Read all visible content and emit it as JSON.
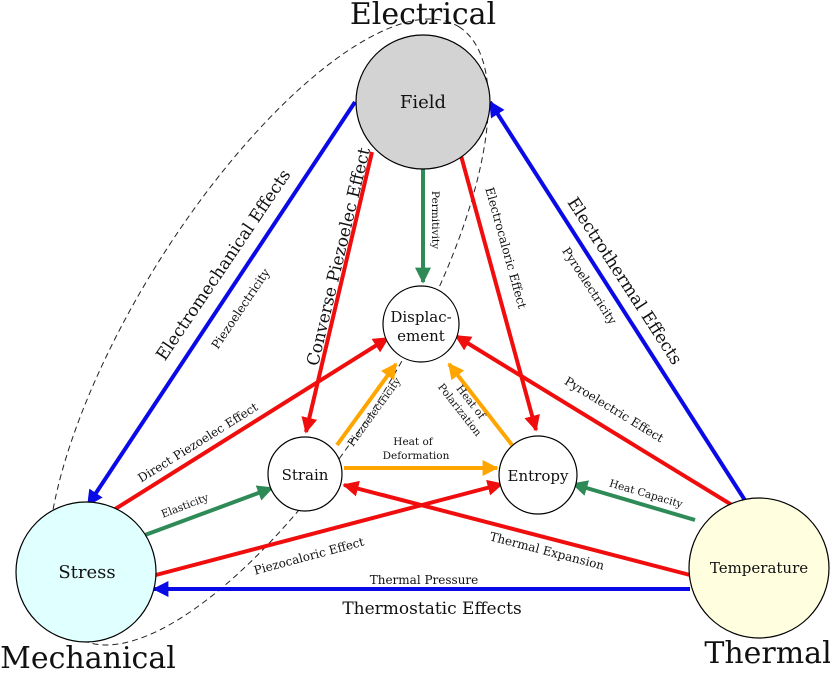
{
  "corners": {
    "electrical": "Electrical",
    "mechanical": "Mechanical",
    "thermal": "Thermal"
  },
  "nodes": {
    "field": "Field",
    "stress": "Stress",
    "temperature": "Temperature",
    "displacement_line1": "Displac-",
    "displacement_line2": "ement",
    "strain": "Strain",
    "entropy": "Entropy"
  },
  "edges": {
    "electromechanical_effects": "Electromechanical Effects",
    "piezoelectricity_outer": "Piezoelectricity",
    "electrothermal_effects": "Electrothermal Effects",
    "pyroelectricity_outer": "Pyroelectricity",
    "converse_piezoelec_effect": "Converse Piezoelec Effect",
    "electrocaloric_effect": "Electrocaloric Effect",
    "permitivity": "Permitivity",
    "direct_piezoelec_effect": "Direct Piezoelec Effect",
    "pyroelectric_effect": "Pyroelectric Effect",
    "piezoelectricity_inner": "Piezoelectricity",
    "heat_of_polarization_line1": "Heat of",
    "heat_of_polarization_line2": "Polarization",
    "heat_of_deformation_line1": "Heat of",
    "heat_of_deformation_line2": "Deformation",
    "elasticity": "Elasticity",
    "heat_capacity": "Heat Capacity",
    "piezocaloric_effect": "Piezocaloric Effect",
    "thermal_expansion": "Thermal Expansion",
    "thermal_pressure": "Thermal Pressure",
    "thermostatic_effects": "Thermostatic Effects"
  },
  "colors": {
    "blue": "#0a0ae6",
    "red": "#f00d0d",
    "green": "#2e8b57",
    "orange": "#ffa500",
    "field_fill": "#d3d3d3",
    "stress_fill": "#e0ffff",
    "temperature_fill": "#ffffe0"
  }
}
